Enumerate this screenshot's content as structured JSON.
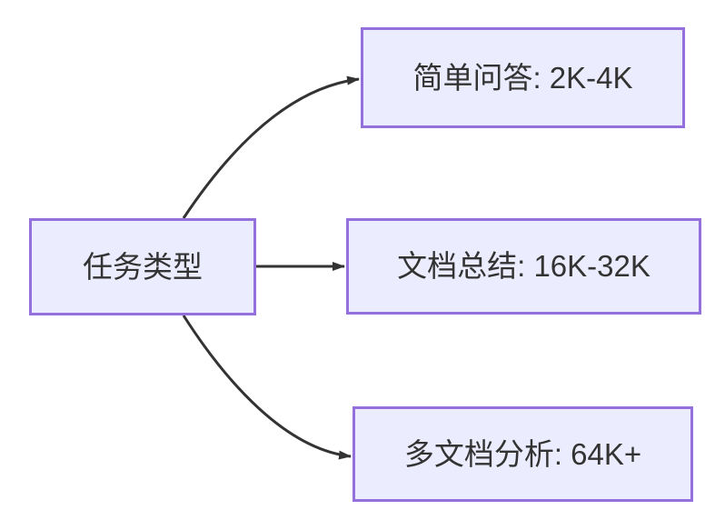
{
  "diagram": {
    "type": "flowchart",
    "direction": "left-to-right",
    "root": {
      "label": "任务类型"
    },
    "branches": [
      {
        "label": "简单问答: 2K-4K"
      },
      {
        "label": "文档总结: 16K-32K"
      },
      {
        "label": "多文档分析: 64K+"
      }
    ],
    "edges": [
      {
        "from": "任务类型",
        "to": "简单问答: 2K-4K"
      },
      {
        "from": "任务类型",
        "to": "文档总结: 16K-32K"
      },
      {
        "from": "任务类型",
        "to": "多文档分析: 64K+"
      }
    ],
    "colors": {
      "node_fill": "#ECECFF",
      "node_border": "#9370DB",
      "edge_line": "#333333",
      "node_text": "#333333",
      "canvas_background": "#FFFFFF"
    }
  }
}
